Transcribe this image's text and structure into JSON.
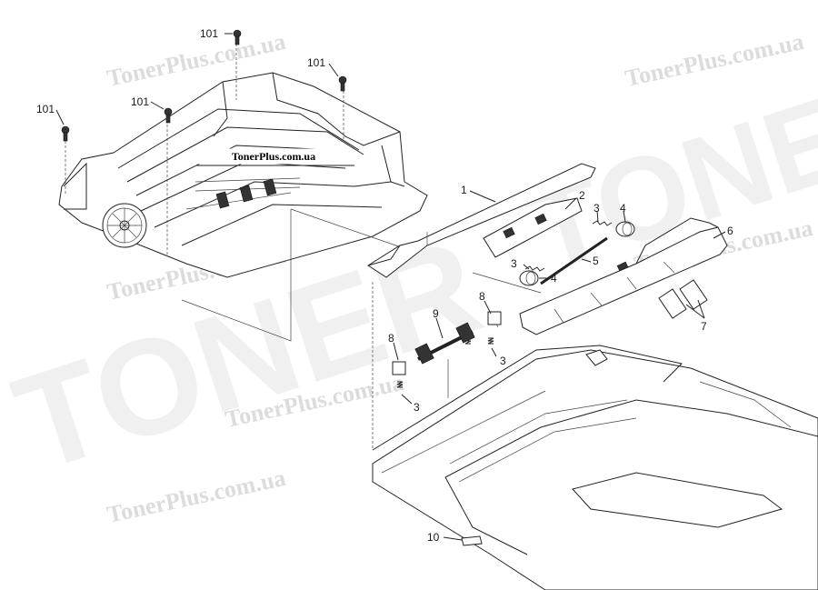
{
  "banner": {
    "text": "TonerPlus.com.ua"
  },
  "watermarks": {
    "site": "TonerPlus.com.ua",
    "brand": "TONER",
    "color": "#dcdcdc"
  },
  "callouts": [
    {
      "id": "101",
      "label": "101"
    },
    {
      "id": "101b",
      "label": "101"
    },
    {
      "id": "101c",
      "label": "101"
    },
    {
      "id": "101d",
      "label": "101"
    },
    {
      "id": "1",
      "label": "1"
    },
    {
      "id": "2",
      "label": "2"
    },
    {
      "id": "3a",
      "label": "3"
    },
    {
      "id": "4a",
      "label": "4"
    },
    {
      "id": "3b",
      "label": "3"
    },
    {
      "id": "4b",
      "label": "4"
    },
    {
      "id": "5",
      "label": "5"
    },
    {
      "id": "6",
      "label": "6"
    },
    {
      "id": "7",
      "label": "7"
    },
    {
      "id": "8a",
      "label": "8"
    },
    {
      "id": "9",
      "label": "9"
    },
    {
      "id": "3c",
      "label": "3"
    },
    {
      "id": "8b",
      "label": "8"
    },
    {
      "id": "3d",
      "label": "3"
    },
    {
      "id": "10",
      "label": "10"
    }
  ]
}
